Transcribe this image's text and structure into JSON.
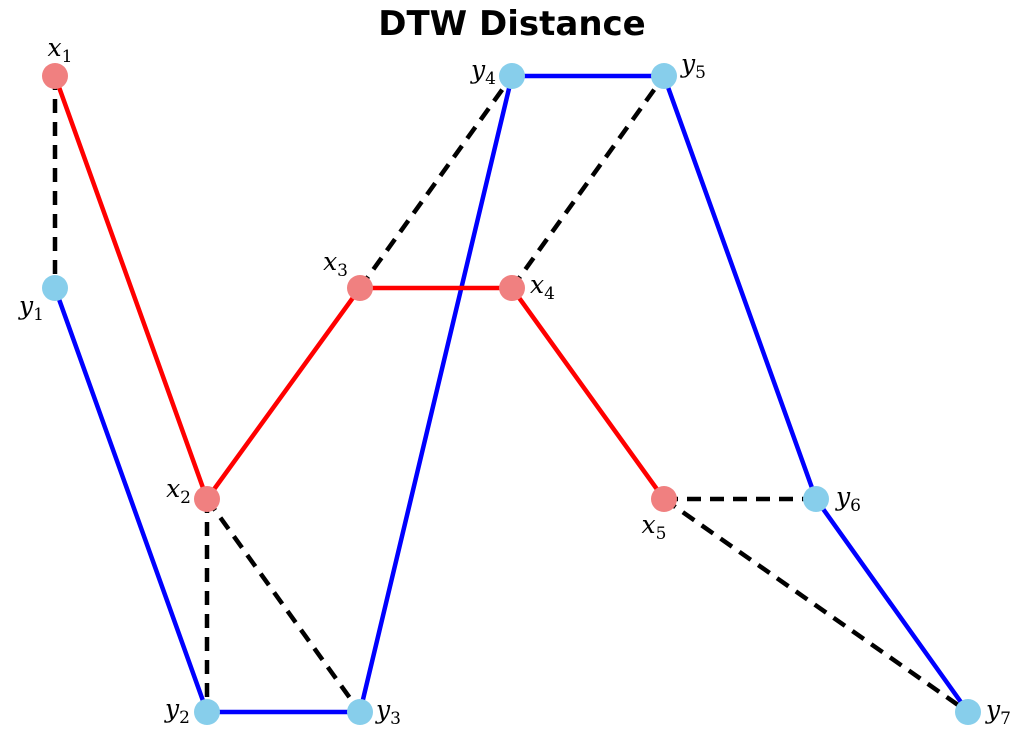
{
  "title": "DTW Distance",
  "colors": {
    "x_line": "#ff0000",
    "y_line": "#0000ff",
    "x_node": "#f08080",
    "y_node": "#87ceeb",
    "alignment": "#000000"
  },
  "x_nodes": [
    {
      "id": "x1",
      "letter": "x",
      "sub": "1"
    },
    {
      "id": "x2",
      "letter": "x",
      "sub": "2"
    },
    {
      "id": "x3",
      "letter": "x",
      "sub": "3"
    },
    {
      "id": "x4",
      "letter": "x",
      "sub": "4"
    },
    {
      "id": "x5",
      "letter": "x",
      "sub": "5"
    }
  ],
  "y_nodes": [
    {
      "id": "y1",
      "letter": "y",
      "sub": "1"
    },
    {
      "id": "y2",
      "letter": "y",
      "sub": "2"
    },
    {
      "id": "y3",
      "letter": "y",
      "sub": "3"
    },
    {
      "id": "y4",
      "letter": "y",
      "sub": "4"
    },
    {
      "id": "y5",
      "letter": "y",
      "sub": "5"
    },
    {
      "id": "y6",
      "letter": "y",
      "sub": "6"
    },
    {
      "id": "y7",
      "letter": "y",
      "sub": "7"
    }
  ],
  "alignments": [
    [
      "x1",
      "y1"
    ],
    [
      "x2",
      "y2"
    ],
    [
      "x2",
      "y3"
    ],
    [
      "x3",
      "y4"
    ],
    [
      "x4",
      "y5"
    ],
    [
      "x5",
      "y6"
    ],
    [
      "x5",
      "y7"
    ]
  ]
}
